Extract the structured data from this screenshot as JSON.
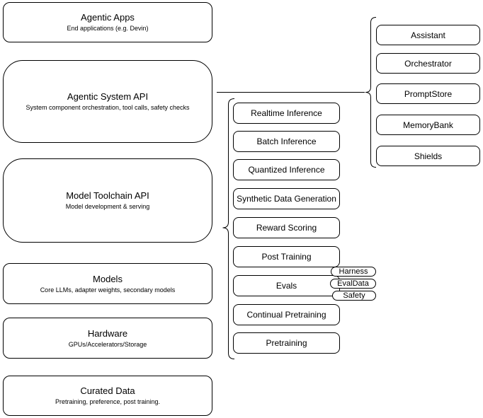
{
  "stack": [
    {
      "title": "Agentic Apps",
      "subtitle": "End applications (e.g. Devin)"
    },
    {
      "title": "Agentic System API",
      "subtitle": "System component orchestration, tool calls, safety checks"
    },
    {
      "title": "Model Toolchain API",
      "subtitle": "Model development & serving"
    },
    {
      "title": "Models",
      "subtitle": "Core LLMs, adapter weights, secondary models"
    },
    {
      "title": "Hardware",
      "subtitle": "GPUs/Accelerators/Storage"
    },
    {
      "title": "Curated Data",
      "subtitle": "Pretraining, preference, post training."
    }
  ],
  "toolchain": [
    "Realtime Inference",
    "Batch Inference",
    "Quantized Inference",
    "Synthetic Data Generation",
    "Reward Scoring",
    "Post Training",
    "Evals",
    "Continual Pretraining",
    "Pretraining"
  ],
  "evals_tags": [
    "Harness",
    "EvalData",
    "Safety"
  ],
  "system_components": [
    "Assistant",
    "Orchestrator",
    "PromptStore",
    "MemoryBank",
    "Shields"
  ],
  "colors": {
    "stroke": "#000000",
    "fill": "#ffffff"
  }
}
